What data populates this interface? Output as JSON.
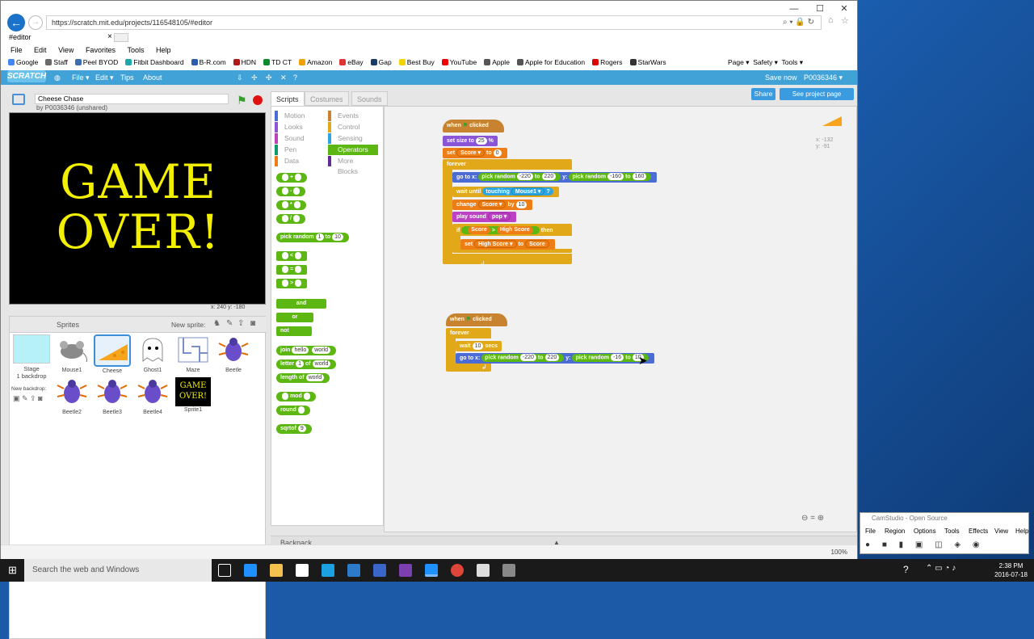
{
  "browser": {
    "url": "https://scratch.mit.edu/projects/116548105/#editor",
    "tab_title": "#editor",
    "menu": [
      "File",
      "Edit",
      "View",
      "Favorites",
      "Tools",
      "Help"
    ],
    "favorites": [
      "Google",
      "Staff",
      "Peel BYOD",
      "Fitbit Dashboard",
      "B-R.com",
      "HDN",
      "TD CT",
      "Amazon",
      "eBay",
      "Gap",
      "Best Buy",
      "YouTube",
      "Apple",
      "Apple for Education",
      "Rogers",
      "StarWars"
    ],
    "fav_colors": [
      "#4285f4",
      "#6a6a6a",
      "#3a6fb0",
      "#1aa8a8",
      "#2a5db0",
      "#b01a1a",
      "#0e8a2e",
      "#f0a000",
      "#d33",
      "#1a3a6a",
      "#f2d300",
      "#e00",
      "#555",
      "#555",
      "#d00",
      "#333"
    ],
    "toolbar_right": [
      "Page ▾",
      "Safety ▾",
      "Tools ▾"
    ],
    "zoom": "100%"
  },
  "scratch": {
    "topbar": {
      "logo": "SCRATCH",
      "file": "File ▾",
      "edit": "Edit ▾",
      "tips": "Tips",
      "about": "About",
      "save_now": "Save now",
      "user": "P0036346 ▾"
    },
    "project_title": "Cheese Chase",
    "project_by": "by P0036346 (unshared)",
    "stage_text_1": "GAME",
    "stage_text_2": "OVER!",
    "stage_coord": "x: 240   y: -180",
    "tabs": [
      "Scripts",
      "Costumes",
      "Sounds"
    ],
    "share": "Share",
    "see_project": "See project page",
    "sprite_coords": {
      "x": "x: -132",
      "y": "y: -91"
    },
    "sprites_header": "Sprites",
    "new_sprite": "New sprite:",
    "stage_label": "Stage",
    "stage_backdrops": "1 backdrop",
    "new_backdrop": "New backdrop:",
    "sprites": [
      "Mouse1",
      "Cheese",
      "Ghost1",
      "Maze",
      "Beetle",
      "Beetle2",
      "Beetle3",
      "Beetle4",
      "Sprite1"
    ],
    "categories": [
      {
        "label": "Motion",
        "color": "#4a6cd4"
      },
      {
        "label": "Events",
        "color": "#c88330"
      },
      {
        "label": "Looks",
        "color": "#8a55d7"
      },
      {
        "label": "Control",
        "color": "#e1a91a"
      },
      {
        "label": "Sound",
        "color": "#bb42c3"
      },
      {
        "label": "Sensing",
        "color": "#2ca5e2"
      },
      {
        "label": "Pen",
        "color": "#0e9a6c"
      },
      {
        "label": "Operators",
        "color": "#5cb712"
      },
      {
        "label": "Data",
        "color": "#ee7d16"
      },
      {
        "label": "More Blocks",
        "color": "#632d99"
      }
    ],
    "palette": {
      "plus": "+",
      "minus": "-",
      "times": "*",
      "divide": "/",
      "pick_random": "pick random",
      "to": "to",
      "rand_lo": "1",
      "rand_hi": "10",
      "lt": "<",
      "eq": "=",
      "gt": ">",
      "and": "and",
      "or": "or",
      "not": "not",
      "join": "join",
      "hello": "hello",
      "world": "world",
      "letter": "letter",
      "letter_n": "1",
      "of": "of",
      "length_of": "length of",
      "mod": "mod",
      "round": "round",
      "sqrt": "sqrt",
      "sqrt_n": "9"
    },
    "script1": {
      "when": "when",
      "clicked": "clicked",
      "set_size": "set size to",
      "size_val": "25",
      "pct": "%",
      "set": "set",
      "score_var": "Score ▾",
      "to": "to",
      "score_init": "0",
      "forever": "forever",
      "goto": "go to x:",
      "pick_random": "pick random",
      "x_lo": "-220",
      "x_hi": "220",
      "y": "y:",
      "y_lo": "-160",
      "y_hi": "160",
      "wait_until": "wait until",
      "touching": "touching",
      "mouse1": "Mouse1 ▾",
      "q": "?",
      "change": "change",
      "score": "Score ▾",
      "by": "by",
      "by_val": "10",
      "play_sound": "play sound",
      "pop": "pop ▾",
      "if": "if",
      "score_r": "Score",
      "gt": ">",
      "high_score": "High Score",
      "then": "then",
      "hs_var": "High Score ▾"
    },
    "script2": {
      "when": "when",
      "clicked": "clicked",
      "forever": "forever",
      "wait": "wait",
      "wait_val": "10",
      "secs": "secs",
      "goto": "go to x:",
      "pick_random": "pick random",
      "x_lo": "-220",
      "x_hi": "220",
      "y": "y:",
      "y_lo": "-16",
      "y_hi": "10"
    },
    "backpack": "Backpack"
  },
  "camstudio": {
    "title": "CamStudio - Open Source",
    "menu": [
      "File",
      "Region",
      "Options",
      "Tools",
      "Effects",
      "View",
      "Help"
    ]
  },
  "taskbar": {
    "search": "Search the web and Windows",
    "time": "2:38 PM",
    "date": "2016-07-18"
  }
}
